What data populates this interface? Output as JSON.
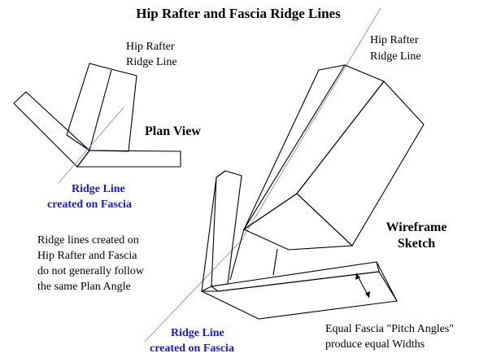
{
  "title": "Hip Rafter and Fascia Ridge Lines",
  "plan_view": {
    "heading": "Plan View",
    "hip_label_line1": "Hip Rafter",
    "hip_label_line2": "Ridge Line",
    "fascia_label_line1": "Ridge Line",
    "fascia_label_line2": "created on Fascia"
  },
  "wireframe": {
    "heading_line1": "Wireframe",
    "heading_line2": "Sketch",
    "hip_label_line1": "Hip Rafter",
    "hip_label_line2": "Ridge Line",
    "fascia_label_line1": "Ridge Line",
    "fascia_label_line2": "created on Fascia",
    "note_line1": "Equal Fascia \"Pitch Angles\"",
    "note_line2": "produce equal Widths"
  },
  "remark": {
    "line1": "Ridge lines created on",
    "line2": "Hip Rafter and Fascia",
    "line3": "do not generally follow",
    "line4": "the same Plan Angle"
  },
  "colors": {
    "ridge_line": "#8a8ad6",
    "blue_text": "#1a1acc",
    "outline": "#000000"
  }
}
